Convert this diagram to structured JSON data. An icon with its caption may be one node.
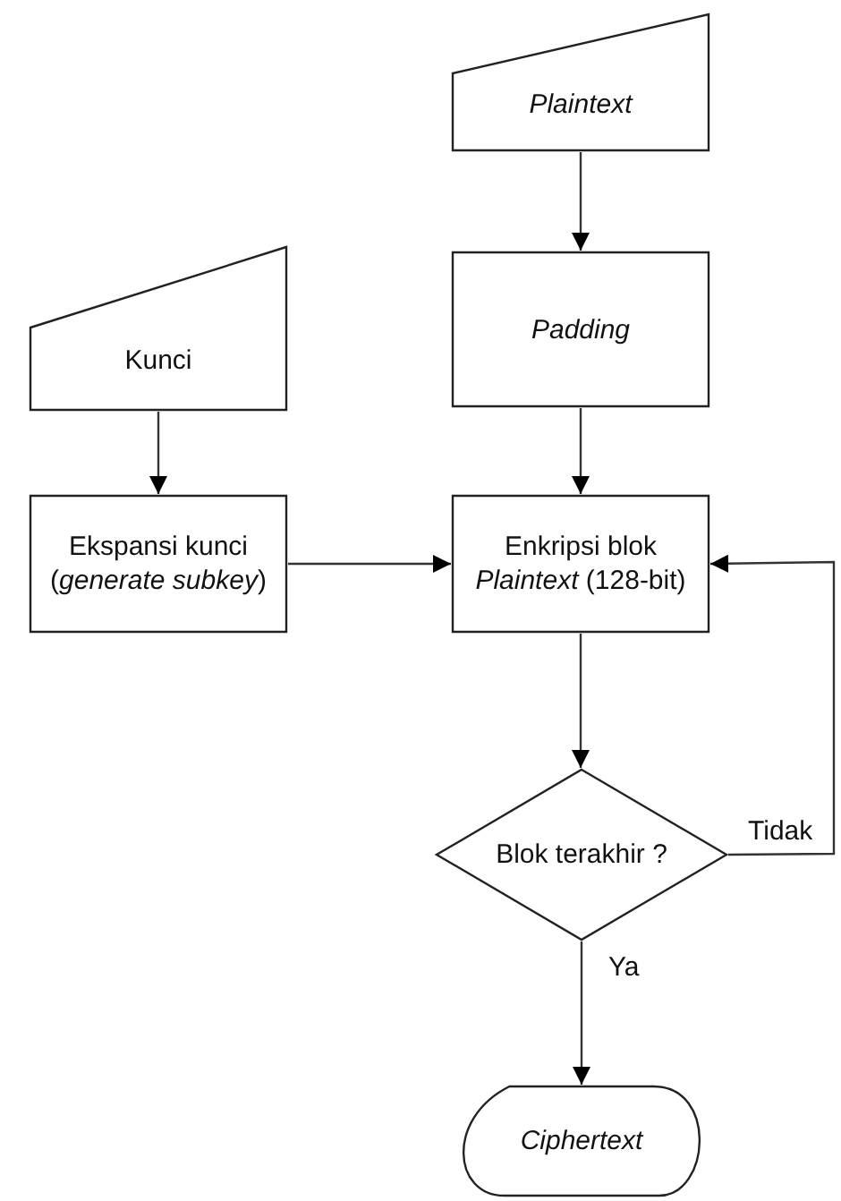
{
  "diagram": {
    "nodes": [
      {
        "text": [
          "Plaintext"
        ]
      },
      {
        "text": [
          "Padding"
        ]
      },
      {
        "text": [
          "Kunci"
        ]
      },
      {
        "text": [
          "Ekspansi kunci (*generate subkey*)"
        ]
      },
      {
        "text": [
          "Enkripsi blok *Plaintext* (128-bit)"
        ]
      },
      {
        "text": [
          "Blok terakhir ?"
        ]
      },
      {
        "text": [
          "Ciphertext"
        ]
      }
    ],
    "edges": [
      {
        "from": 0,
        "to": 1,
        "arrow": "to"
      },
      {
        "from": 1,
        "to": 4,
        "arrow": "to"
      },
      {
        "from": 2,
        "to": 3,
        "arrow": "to"
      },
      {
        "from": 3,
        "to": 4,
        "arrow": "to"
      },
      {
        "from": 4,
        "to": 5,
        "arrow": "to"
      },
      {
        "from": 5,
        "to": 4,
        "arrow": "to",
        "label": "Tidak"
      },
      {
        "from": 5,
        "to": 6,
        "arrow": "to",
        "label": "Ya"
      }
    ]
  }
}
